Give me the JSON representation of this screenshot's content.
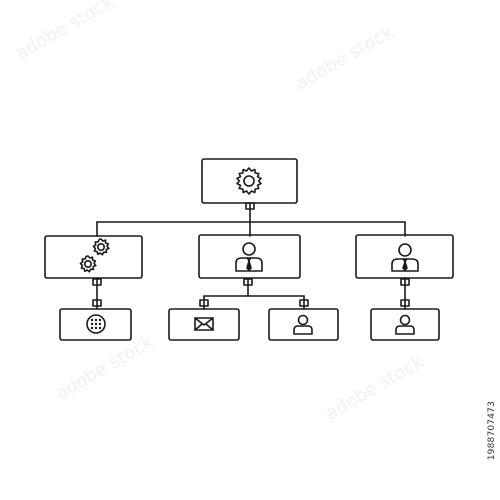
{
  "colors": {
    "line": "#1a1a1a",
    "background": "#ffffff",
    "watermark": "#d9d9d9"
  },
  "watermark": {
    "text": "adobe stock"
  },
  "stock_id": "1988707473",
  "diagram": {
    "type": "org-chart",
    "root": {
      "icon": "gear-icon"
    },
    "branches": [
      {
        "icon": "gears-icon",
        "children": [
          {
            "icon": "dotted-circle-icon"
          }
        ]
      },
      {
        "icon": "manager-icon",
        "children": [
          {
            "icon": "envelope-icon"
          },
          {
            "icon": "user-icon"
          }
        ]
      },
      {
        "icon": "manager-icon",
        "children": [
          {
            "icon": "user-icon"
          }
        ]
      }
    ]
  }
}
